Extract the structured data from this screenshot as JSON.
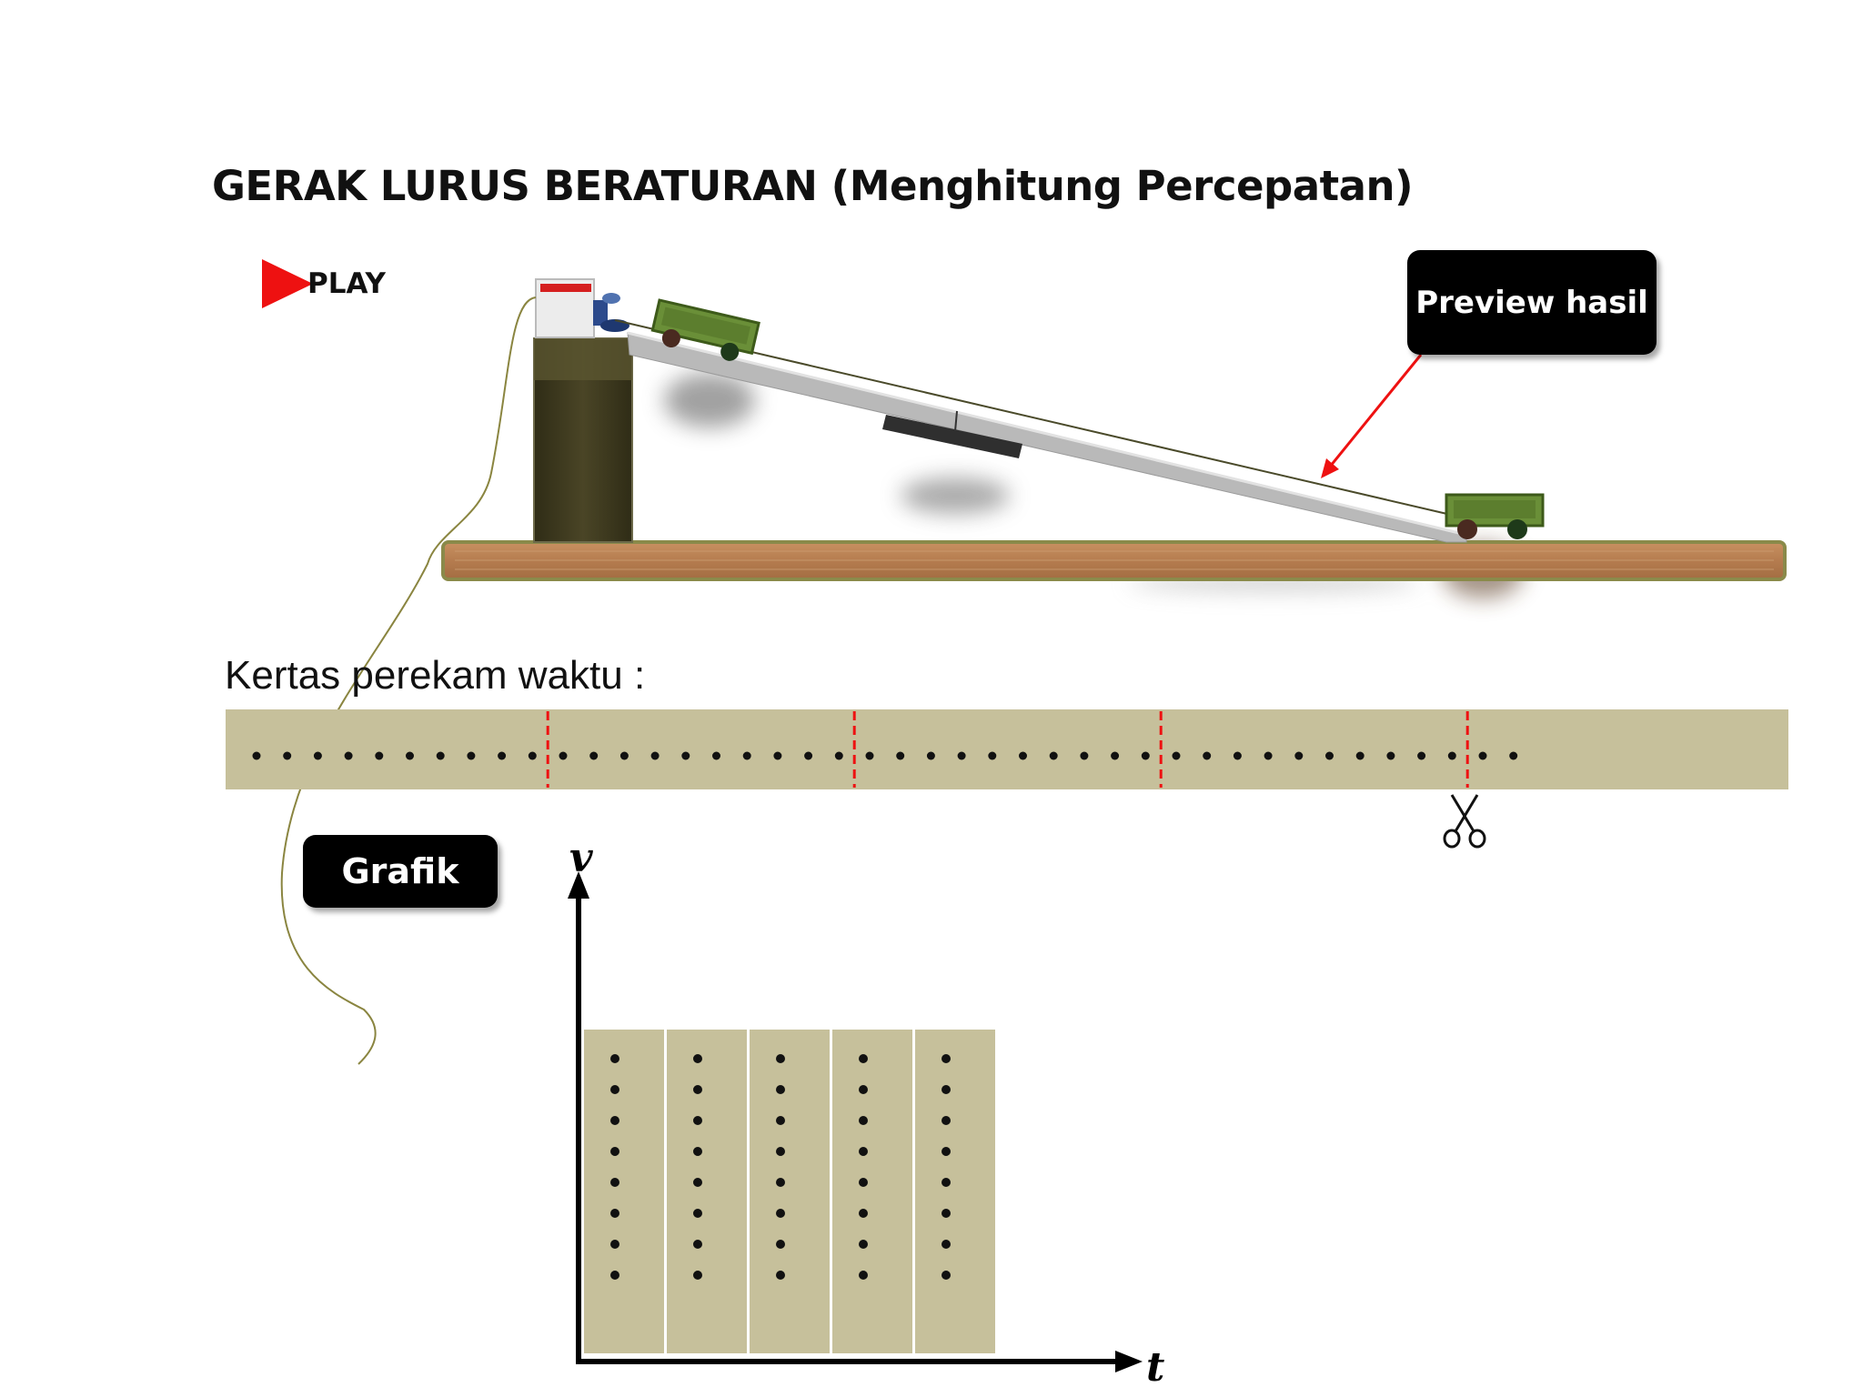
{
  "title": "GERAK LURUS BERATURAN (Menghitung Percepatan)",
  "play": {
    "label": "PLAY",
    "icon": "play-icon"
  },
  "preview": {
    "label": "Preview hasil"
  },
  "tape": {
    "label": "Kertas perekam waktu :",
    "dot_count": 42,
    "cut_marks": 4
  },
  "grafik": {
    "label": "Grafik"
  },
  "graph": {
    "y_label": "v",
    "x_label": "t",
    "strips": [
      {
        "dots": 8
      },
      {
        "dots": 8
      },
      {
        "dots": 8
      },
      {
        "dots": 8
      },
      {
        "dots": 8
      }
    ]
  },
  "colors": {
    "tape": "#c6c09b",
    "cut_mark": "#ee1111",
    "cart": "#6a8f38",
    "ramp": "#b9b9b9",
    "table": "#b57c4f",
    "timer_body": "#3f3b1f"
  },
  "icons": [
    "play-icon",
    "scissors-icon",
    "arrow-icon"
  ]
}
